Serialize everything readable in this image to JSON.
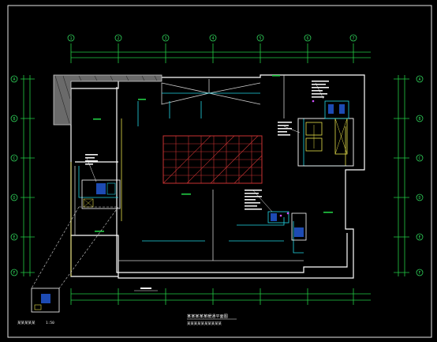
{
  "drawing": {
    "background": "#000000",
    "colors": {
      "frame": "#e6e6e6",
      "wall": "#ffffff",
      "dimension": "#22cc44",
      "axis_bubble": "#2fd35a",
      "hatch_red": "#c83232",
      "duct_cyan": "#22d7e6",
      "label_yellow": "#e8e04a",
      "pipe_magenta": "#d050ff",
      "equipment_blue": "#2a6bff",
      "text_white": "#f0f0f0"
    },
    "title_main": "某某某某某暖通平面图",
    "title_sub": "某某某某某某某某某某",
    "detail_label": "某某某某某",
    "scale_note": "1:50"
  },
  "axes_top": [
    "1",
    "2",
    "3",
    "4",
    "5",
    "6",
    "7"
  ],
  "axes_left": [
    "A",
    "B",
    "C",
    "D",
    "E",
    "F"
  ],
  "axes_right": [
    "A",
    "B",
    "C",
    "D",
    "E",
    "F"
  ]
}
